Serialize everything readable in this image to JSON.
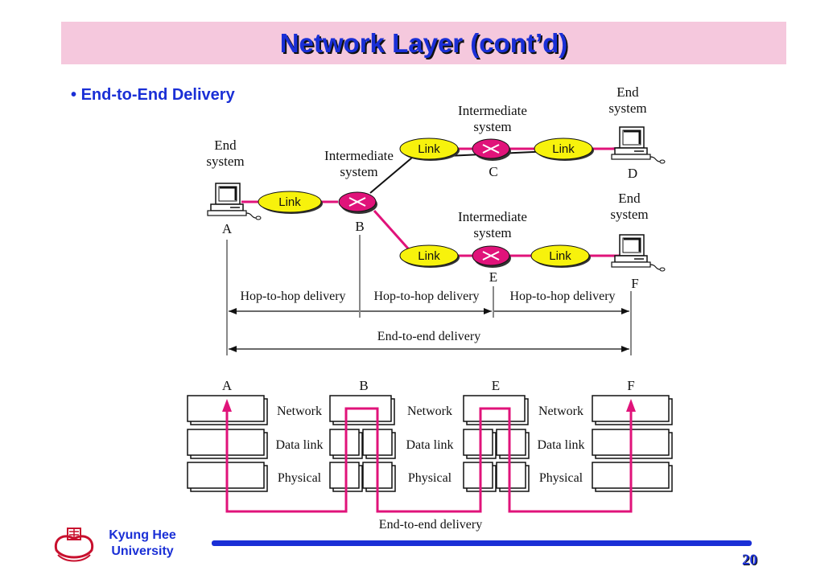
{
  "slide": {
    "title": "Network Layer (cont’d)",
    "bullet": "End-to-End Delivery",
    "footer": {
      "university": "Kyung Hee University",
      "page_number": "20"
    }
  },
  "colors": {
    "title_band": "#f5c8dd",
    "title_text": "#1a2fd6",
    "link_line": "#e0137a",
    "router": "#e0137a",
    "link_ellipse": "#f7f20c",
    "footer_bar": "#1a2fd6"
  },
  "network": {
    "end_system_label": "End system",
    "intermediate_label": "Intermediate system",
    "link_label": "Link",
    "nodes": {
      "a": "A",
      "b": "B",
      "c": "C",
      "d": "D",
      "e": "E",
      "f": "F"
    },
    "hop_label": "Hop-to-hop delivery",
    "end_label": "End-to-end delivery"
  },
  "layers": {
    "columns": [
      "A",
      "B",
      "E",
      "F"
    ],
    "network": "Network",
    "data_link": "Data link",
    "physical": "Physical",
    "end_label": "End-to-end delivery"
  }
}
